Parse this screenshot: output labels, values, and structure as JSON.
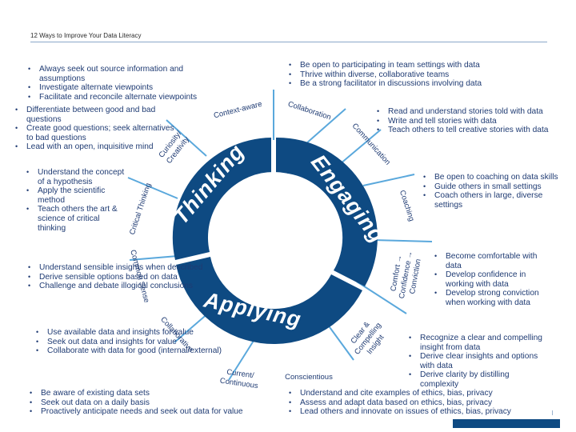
{
  "header": {
    "title": "12 Ways to Improve Your Data Literacy"
  },
  "wheel": {
    "segments": [
      "Thinking",
      "Engaging",
      "Applying"
    ],
    "colors": {
      "dark": "#0e4a82",
      "spoke": "#5aa8dc",
      "text": "#1f3b73"
    }
  },
  "spokes": {
    "context_aware": "Context-aware",
    "collaboration": "Collaboration",
    "communication": "Communication",
    "coaching": "Coaching",
    "comfort_l1": "Comfort →",
    "comfort_l2": "Confidence →",
    "comfort_l3": "Conviction",
    "clear_l1": "Clear &",
    "clear_l2": "Compelling",
    "clear_l3": "Insight",
    "conscientious": "Conscientious",
    "current_l1": "Current/",
    "current_l2": "Continuous",
    "collaborative": "Collaborative",
    "common_sense": "Common Sense",
    "critical_thinking": "Critical Thinking",
    "curiosity_l1": "Curiosity/",
    "curiosity_l2": "Creativity"
  },
  "blocks": {
    "context": [
      "Always seek out source information and assumptions",
      "Investigate alternate viewpoints",
      "Facilitate and reconcile alternate viewpoints"
    ],
    "curiosity": [
      "Differentiate between good and bad questions",
      "Create good questions; seek alternatives to bad questions",
      "Lead with an open, inquisitive mind"
    ],
    "critical": [
      "Understand the concept of a hypothesis",
      "Apply the scientific method",
      "Teach others the art & science of critical thinking"
    ],
    "common": [
      "Understand sensible insights when described",
      "Derive sensible options based on data",
      "Challenge and debate illogical conclusions"
    ],
    "collaborative": [
      "Use available data and insights for value",
      "Seek out data and insights for value",
      "Collaborate with data for good (internal/external)"
    ],
    "current": [
      "Be aware of existing data sets",
      "Seek out data on a daily basis",
      "Proactively anticipate needs and seek out data for value"
    ],
    "collaboration": [
      "Be open to participating in team settings with data",
      "Thrive within diverse, collaborative teams",
      "Be a strong facilitator in discussions involving data"
    ],
    "communication": [
      "Read and understand stories told with data",
      "Write and tell stories with data",
      "Teach others to tell creative stories with data"
    ],
    "coaching": [
      "Be open to coaching on data skills",
      "Guide others in small settings",
      "Coach others in large, diverse settings"
    ],
    "comfort": [
      "Become comfortable with data",
      "Develop confidence in working with data",
      "Develop strong conviction when working with data"
    ],
    "clear": [
      "Recognize a clear and compelling insight from data",
      "Derive clear insights and options with data",
      "Derive clarity by distilling complexity"
    ],
    "conscientious": [
      "Understand and cite examples of ethics, bias, privacy",
      "Assess and adapt data based on ethics, bias, privacy",
      "Lead others and innovate on issues of ethics, bias, privacy"
    ]
  }
}
